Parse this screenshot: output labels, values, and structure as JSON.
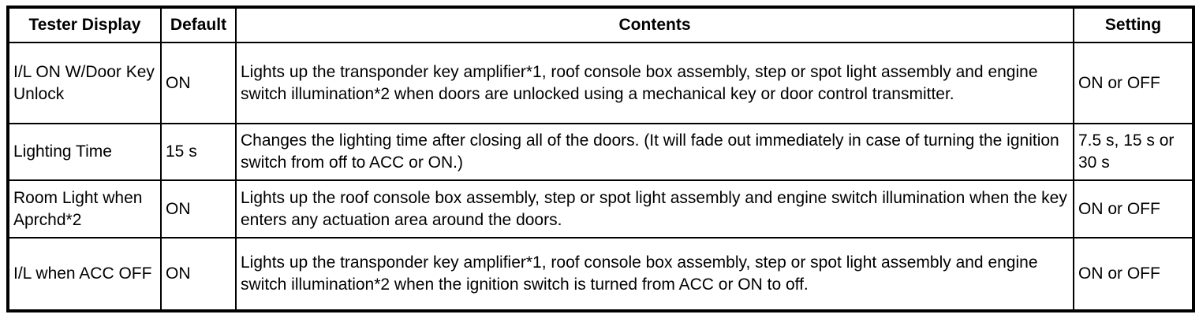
{
  "table": {
    "columns": [
      "Tester Display",
      "Default",
      "Contents",
      "Setting"
    ],
    "rows": [
      {
        "tester_display": "I/L ON W/Door Key Unlock",
        "default": "ON",
        "contents": "Lights up the transponder key amplifier*1, roof console box assembly, step or spot light assembly and engine switch illumination*2 when doors are unlocked using a mechanical key or door control transmitter.",
        "setting": "ON or OFF"
      },
      {
        "tester_display": "Lighting Time",
        "default": "15 s",
        "contents": "Changes the lighting time after closing all of the doors. (It will fade out immediately in case of turning the ignition switch from off to ACC or ON.)",
        "setting": "7.5 s, 15 s or 30 s"
      },
      {
        "tester_display": "Room Light when Aprchd*2",
        "default": "ON",
        "contents": "Lights up the roof console box assembly, step or spot light assembly and engine switch illumination when the key enters any actuation area around the doors.",
        "setting": "ON or OFF"
      },
      {
        "tester_display": "I/L when ACC OFF",
        "default": "ON",
        "contents": "Lights up the transponder key amplifier*1, roof console box assembly, step or spot light assembly and engine switch illumination*2 when the ignition switch is turned from ACC or ON to off.",
        "setting": "ON or OFF"
      }
    ]
  }
}
